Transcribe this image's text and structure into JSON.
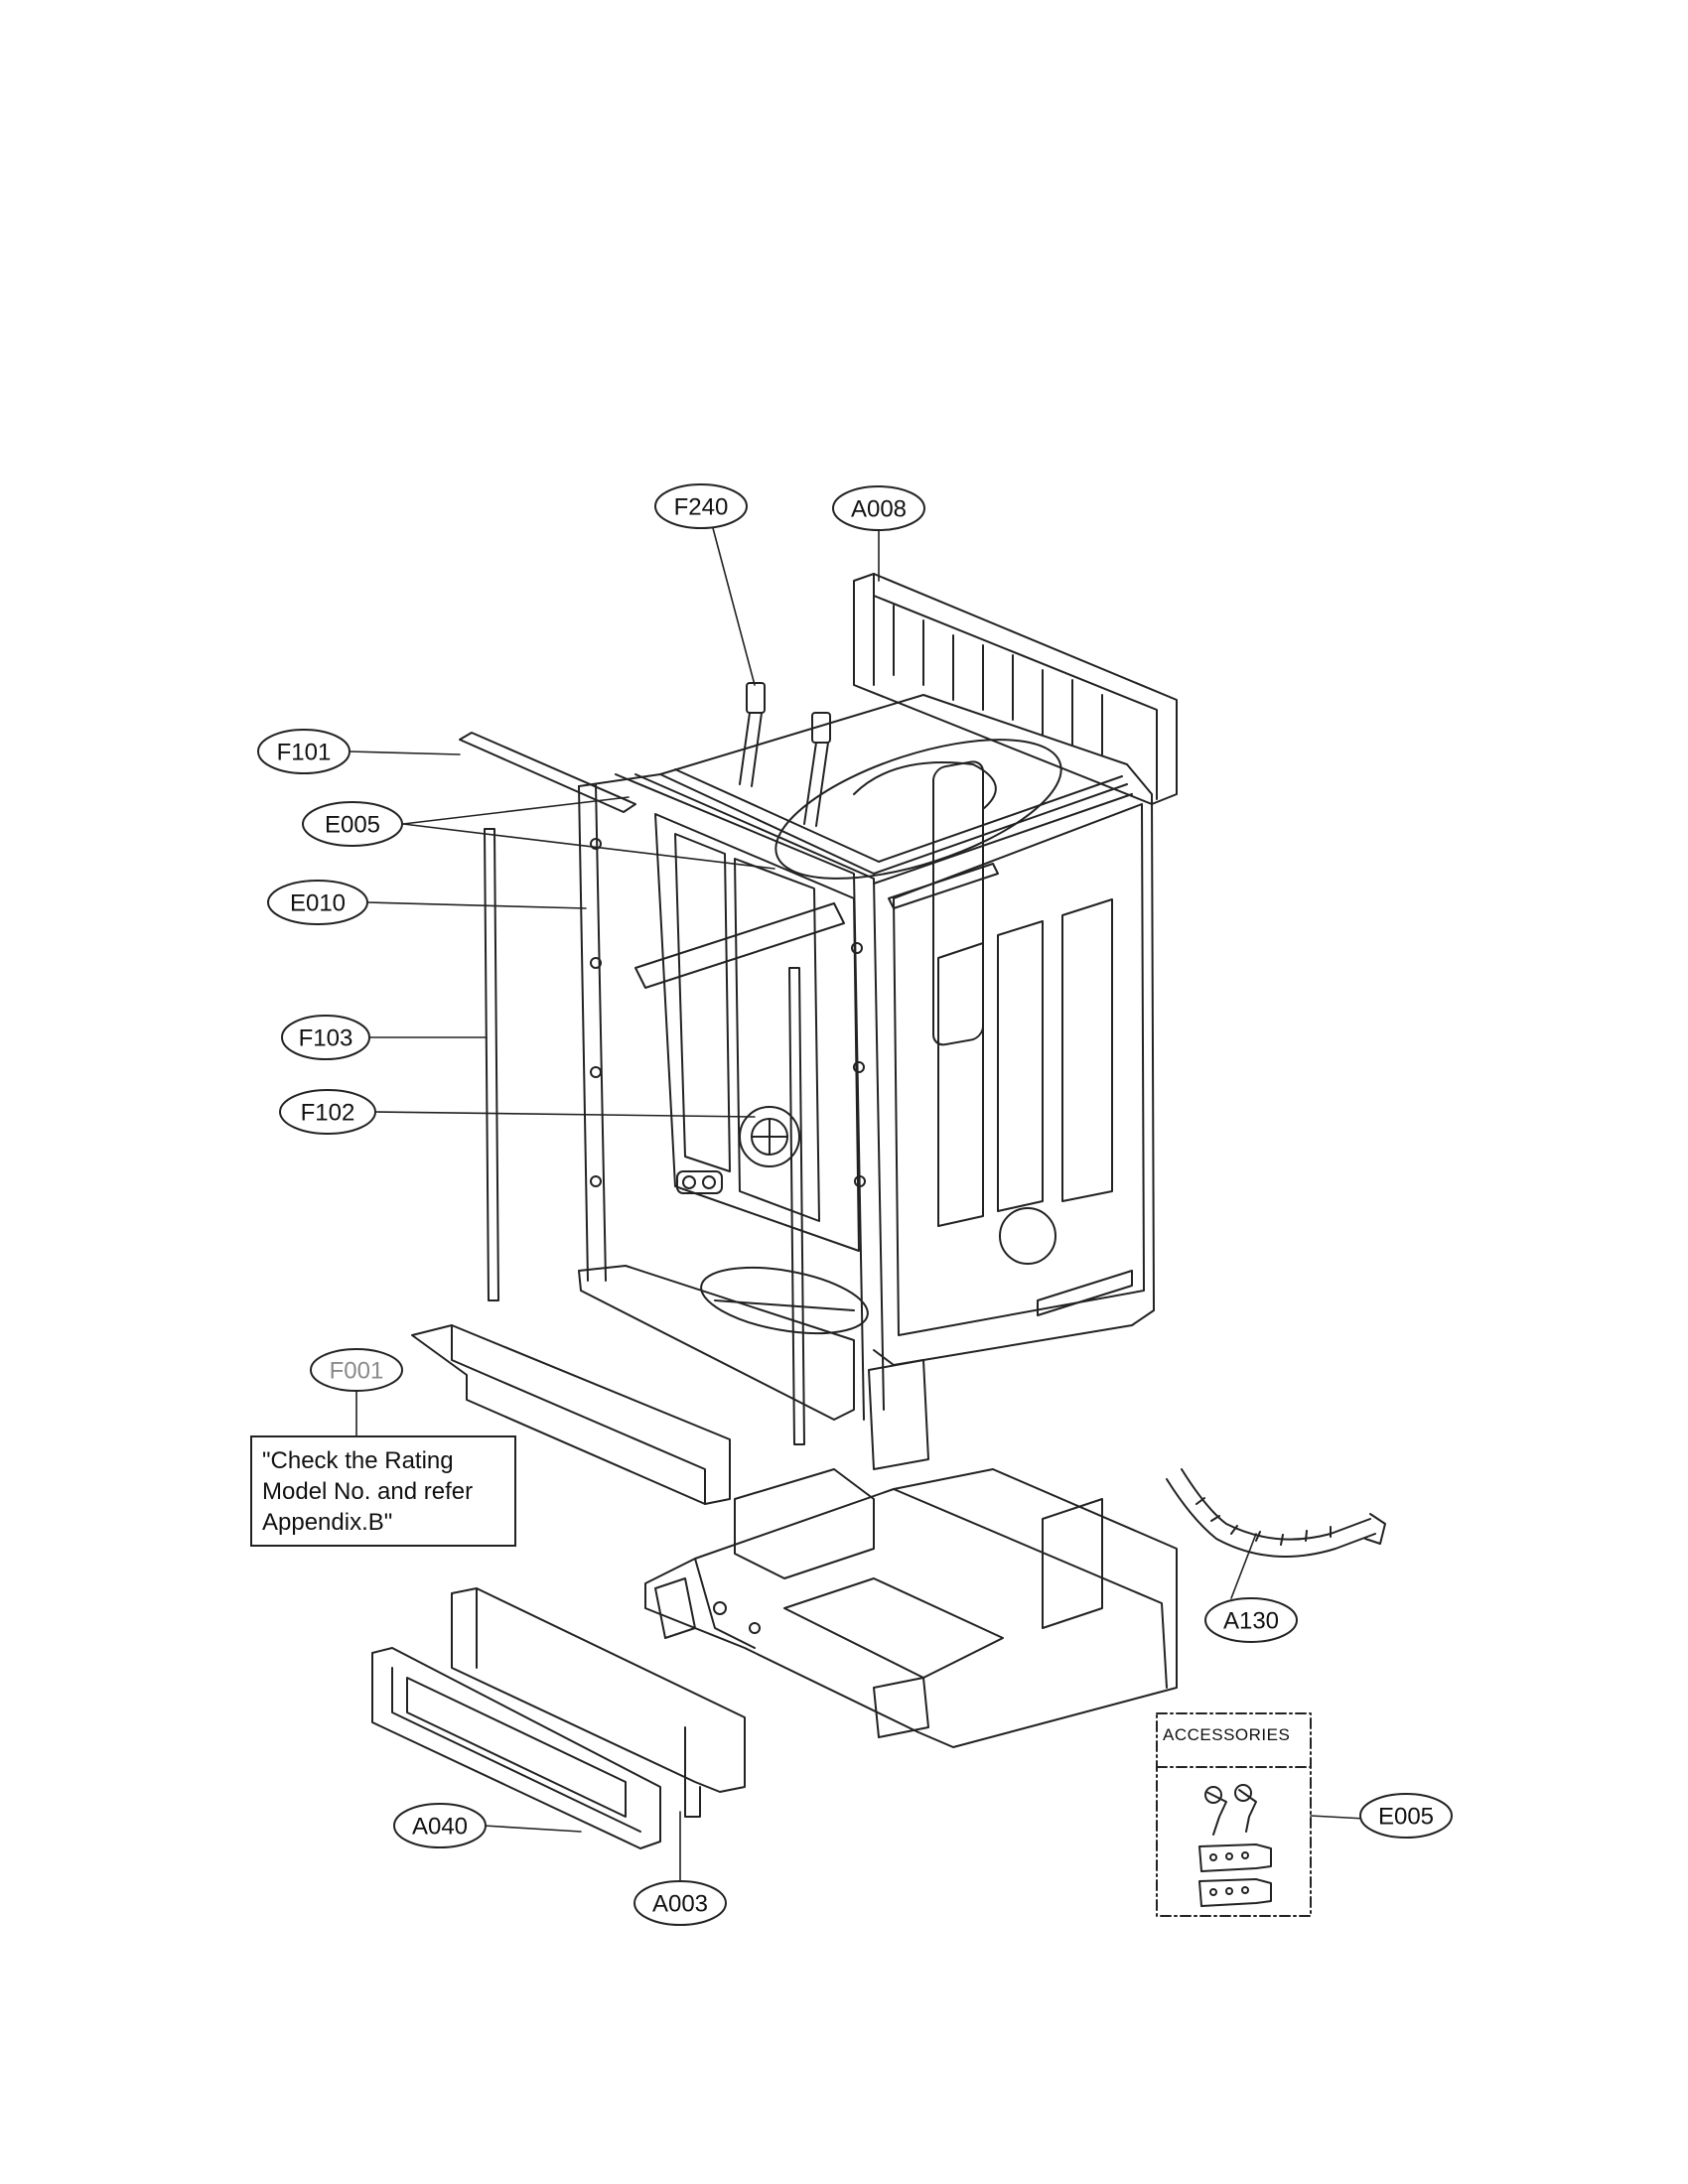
{
  "labels": {
    "F240": "F240",
    "A008": "A008",
    "F101": "F101",
    "E005_top": "E005",
    "E010": "E010",
    "F103": "F103",
    "F102": "F102",
    "F001": "F001",
    "A130": "A130",
    "A040": "A040",
    "A003": "A003",
    "E005_acc": "E005"
  },
  "note": {
    "lines": [
      "\"Check the Rating",
      "Model No. and refer",
      "Appendix.B\""
    ]
  },
  "accessories": {
    "title": "ACCESSORIES"
  }
}
